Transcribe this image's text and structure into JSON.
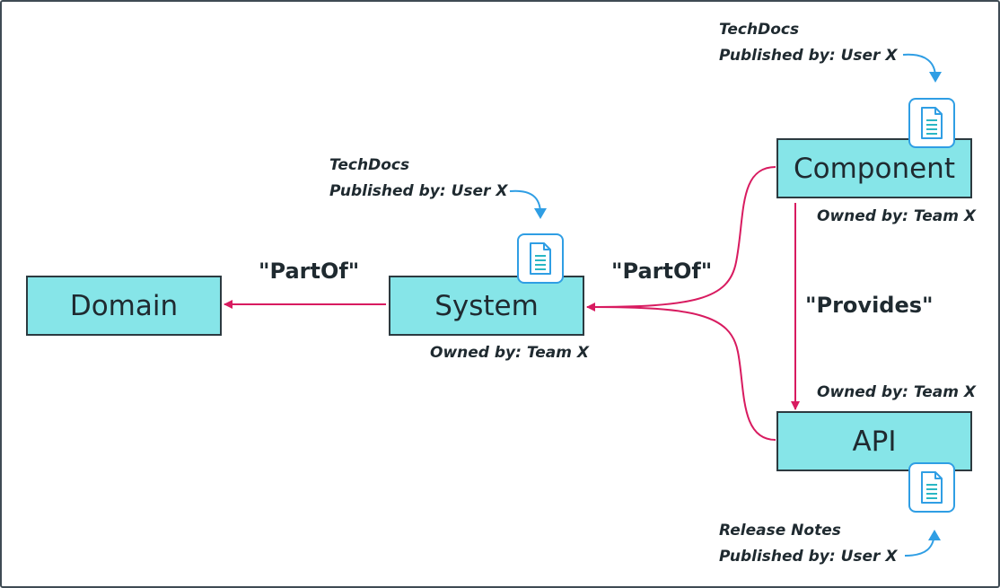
{
  "colors": {
    "node_fill": "#86e5e8",
    "node_border": "#2c3a40",
    "relation": "#d81b60",
    "pointer": "#2f9ee4",
    "text": "#1f2a30"
  },
  "nodes": {
    "domain": {
      "label": "Domain"
    },
    "system": {
      "label": "System",
      "owner": "Owned by: Team X"
    },
    "component": {
      "label": "Component",
      "owner": "Owned by: Team X"
    },
    "api": {
      "label": "API",
      "owner": "Owned by: Team X"
    }
  },
  "relations": {
    "system_to_domain": "\"PartOf\"",
    "component_to_system": "\"PartOf\"",
    "component_to_api": "\"Provides\""
  },
  "docs": {
    "system": {
      "title": "TechDocs",
      "publisher": "Published by: User X",
      "icon": "document-icon"
    },
    "component": {
      "title": "TechDocs",
      "publisher": "Published by: User X",
      "icon": "document-icon"
    },
    "api": {
      "title": "Release Notes",
      "publisher": "Published by: User X",
      "icon": "document-icon"
    }
  }
}
